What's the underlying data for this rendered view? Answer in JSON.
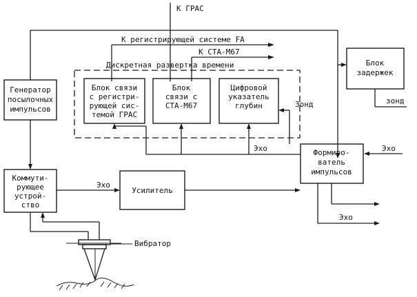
{
  "top": {
    "to_gras": "К ГРАС",
    "to_fa": "К регистрирующей системе FA",
    "to_sta": "К СТА-М67",
    "discrete_scan": "Дискретная развертка времени"
  },
  "blocks": {
    "generator": [
      "Генератор",
      "посылочных",
      "импульсов"
    ],
    "link_gras": [
      "Блок связи",
      "с регистри-",
      "рующей сис-",
      "темой ГРАС"
    ],
    "link_sta": [
      "Блок",
      "связи с",
      "СТА-М67"
    ],
    "depth": [
      "Цифровой",
      "указатель",
      "глубин"
    ],
    "delay": [
      "Блок",
      "задержек"
    ],
    "switch": [
      "Коммути-",
      "рующее",
      "устрой-",
      "ство"
    ],
    "amplifier": [
      "Усилитель"
    ],
    "former": [
      "Формиро-",
      "ватель",
      "импульсов"
    ]
  },
  "labels": {
    "zond_1": "Зонд",
    "zond_2": "зонд",
    "echo_in_former": "Эхо",
    "echo_mid": "Эхо",
    "echo_amp": "Эхо",
    "echo_out": "Эхо",
    "vibrator": "Вибратор"
  }
}
